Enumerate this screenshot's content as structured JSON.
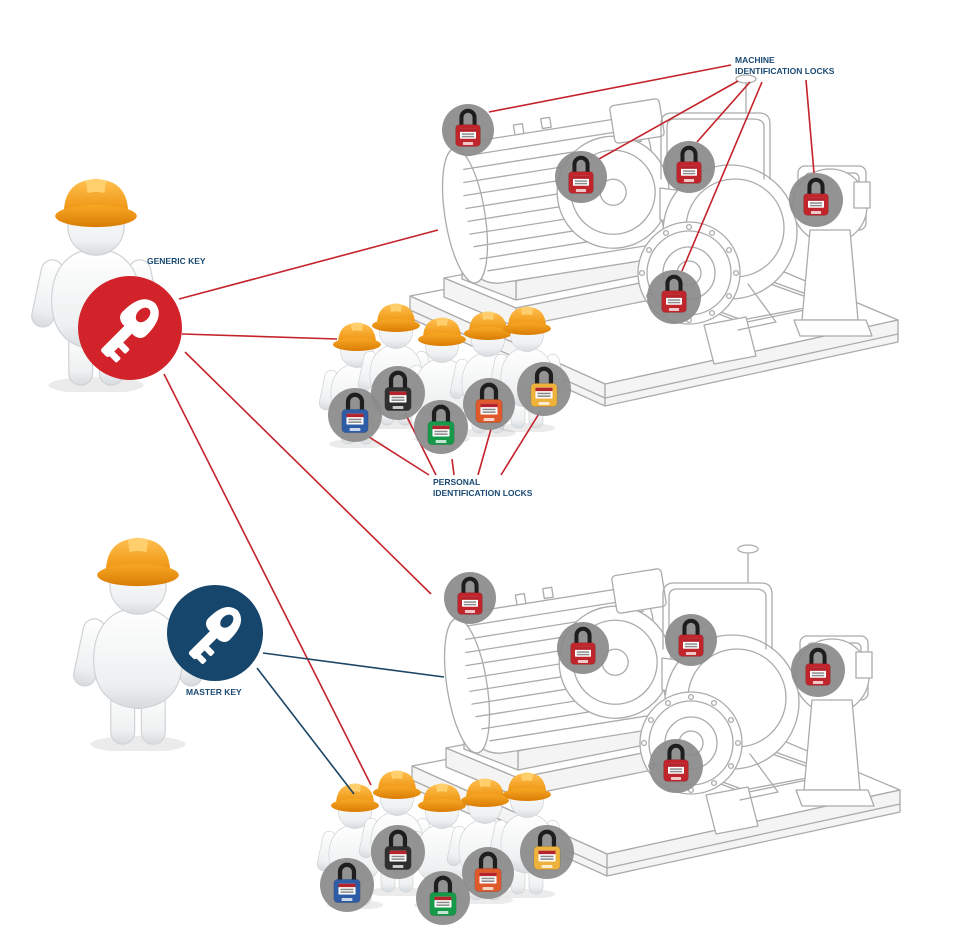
{
  "colors": {
    "label_text": "#1a4a73",
    "connector_red": "#c4232b",
    "connector_navy": "#1b4565",
    "lock_circle_gray": "#8b8b8b",
    "machine_lock_red": "#c0252c",
    "hard_hat_orange": "#f5a11c",
    "sketch_gray": "#ababab",
    "generic_key_red": "#d2232a",
    "master_key_navy": "#17466d"
  },
  "keys": [
    {
      "id": "generic-key",
      "label": "GENERIC KEY",
      "color": "#d2232a",
      "icon": "key-icon",
      "connects_to": [
        "machine-top",
        "personal-locks-top",
        "machine-bottom",
        "personal-locks-bottom"
      ]
    },
    {
      "id": "master-key",
      "label": "MASTER KEY",
      "color": "#17466d",
      "icon": "key-icon",
      "connects_to": [
        "machine-bottom",
        "personal-locks-bottom"
      ]
    }
  ],
  "machines": [
    {
      "id": "machine-top",
      "label_line1": "MACHINE",
      "label_line2": "IDENTIFICATION LOCKS",
      "locks": [
        {
          "color": "#c0252c"
        },
        {
          "color": "#c0252c"
        },
        {
          "color": "#c0252c"
        },
        {
          "color": "#c0252c"
        },
        {
          "color": "#c0252c"
        }
      ]
    },
    {
      "id": "machine-bottom",
      "locks": [
        {
          "color": "#c0252c"
        },
        {
          "color": "#c0252c"
        },
        {
          "color": "#c0252c"
        },
        {
          "color": "#c0252c"
        },
        {
          "color": "#c0252c"
        }
      ]
    }
  ],
  "worker_groups": [
    {
      "id": "personal-locks-top",
      "label_line1": "PERSONAL",
      "label_line2": "IDENTIFICATION LOCKS",
      "workers": [
        {
          "lock_color": "#2e5ca6"
        },
        {
          "lock_color": "#2f2f2f"
        },
        {
          "lock_color": "#169a4a"
        },
        {
          "lock_color": "#e0592a"
        },
        {
          "lock_color": "#edb33d"
        }
      ]
    },
    {
      "id": "personal-locks-bottom",
      "workers": [
        {
          "lock_color": "#2e5ca6"
        },
        {
          "lock_color": "#2f2f2f"
        },
        {
          "lock_color": "#169a4a"
        },
        {
          "lock_color": "#e0592a"
        },
        {
          "lock_color": "#edb33d"
        }
      ]
    }
  ],
  "icons": {
    "key": "key-icon",
    "padlock": "padlock-icon",
    "worker": "worker-figure",
    "hard_hat": "hard-hat-icon"
  }
}
